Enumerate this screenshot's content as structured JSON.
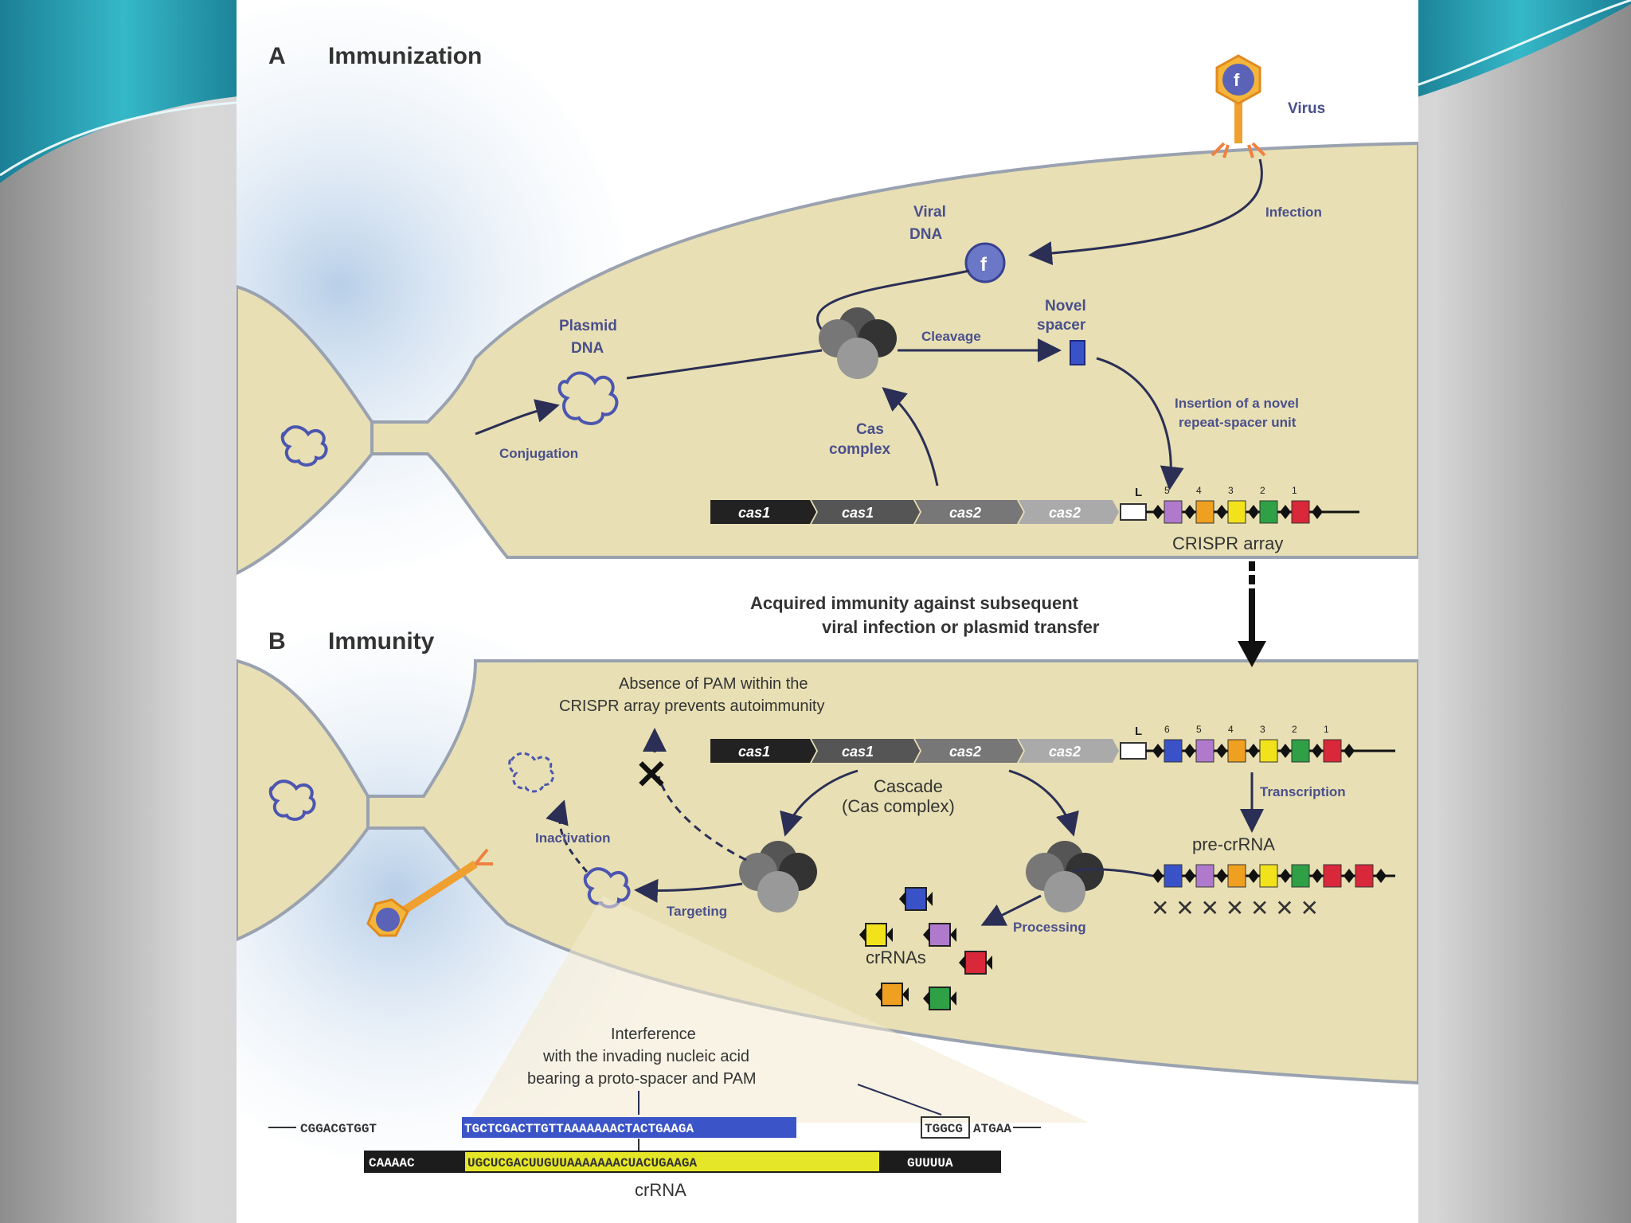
{
  "panel_a": {
    "letter": "A",
    "title": "Immunization"
  },
  "panel_b": {
    "letter": "B",
    "title": "Immunity"
  },
  "labels": {
    "virus": "Virus",
    "infection": "Infection",
    "viral_dna": [
      "Viral",
      "DNA"
    ],
    "plasmid_dna": [
      "Plasmid",
      "DNA"
    ],
    "novel_spacer": [
      "Novel",
      "spacer"
    ],
    "cleavage": "Cleavage",
    "cas_complex": [
      "Cas",
      "complex"
    ],
    "conjugation": "Conjugation",
    "insertion": [
      "Insertion of a novel",
      "repeat-spacer unit"
    ],
    "crispr_array": "CRISPR array",
    "leader": "L",
    "acquired_immunity": [
      "Acquired immunity against subsequent",
      "viral infection or plasmid transfer"
    ],
    "absence_pam": [
      "Absence of PAM within the",
      "CRISPR array prevents autoimmunity"
    ],
    "cascade": [
      "Cascade",
      "(Cas complex)"
    ],
    "transcription": "Transcription",
    "pre_crrna": "pre-crRNA",
    "inactivation": "Inactivation",
    "targeting": "Targeting",
    "processing": "Processing",
    "crrnas": "crRNAs",
    "interference": [
      "Interference",
      "with the invading nucleic acid",
      "bearing a proto-spacer and PAM"
    ],
    "crrna": "crRNA"
  },
  "genes": [
    "cas1",
    "cas1",
    "cas2",
    "cas2"
  ],
  "spacer_numbers_a": [
    "5",
    "4",
    "3",
    "2",
    "1"
  ],
  "spacer_numbers_b": [
    "6",
    "5",
    "4",
    "3",
    "2",
    "1"
  ],
  "sequences": {
    "dna_left": "CGGACGTGGT",
    "dna_protospacer": "TGCTCGACTTGTTAAAAAAACTACTGAAGA",
    "dna_pam": "TGGCG",
    "dna_right": "ATGAA",
    "rna_left": "CAAAAC",
    "rna_spacer": "UGCUCGACUUGUUAAAAAAACUACUGAAGA",
    "rna_right": "GUUUUA"
  },
  "colors": {
    "cell_fill": "#e8e0b4",
    "cell_stroke": "#9aa2b0",
    "label_text": "#4a4f8c",
    "spacer_colors": [
      "#3a52c8",
      "#b07acc",
      "#f0a020",
      "#f2e21c",
      "#2fa046",
      "#d8283a"
    ],
    "protospacer_highlight": "#3b55c8",
    "crrna_highlight": "#e6e628"
  }
}
